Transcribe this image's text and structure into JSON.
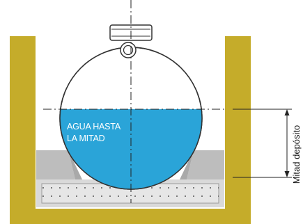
{
  "diagram": {
    "water_label": {
      "line1": "AGUA HASTA",
      "line2": "LA MITAD"
    },
    "dimension_label": "Mitad depósito",
    "fill_level": 0.5,
    "colors": {
      "pit_wall": "#c5ac2a",
      "water": "#2aa4d8",
      "tank_fill": "#ffffff",
      "tank_outline": "#333333",
      "support": "#b9b9b9",
      "slab": "#d9d9d9"
    }
  }
}
